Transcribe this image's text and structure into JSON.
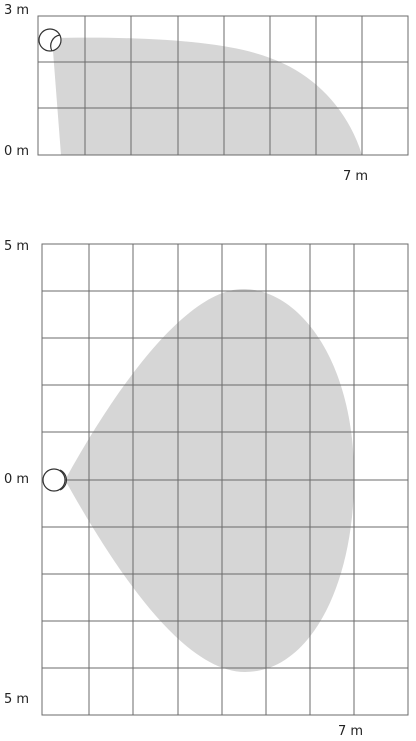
{
  "side_view": {
    "height_label": "3 m",
    "floor_label": "0 m",
    "range_label": "7 m"
  },
  "top_view": {
    "left_label": "5 m",
    "center_label": "0 m",
    "right_label": "5 m",
    "range_label": "7 m"
  },
  "colors": {
    "detection_area": "#d6d6d6",
    "grid": "#6b6b6b"
  },
  "icons": [
    "motion-sensor-icon"
  ]
}
